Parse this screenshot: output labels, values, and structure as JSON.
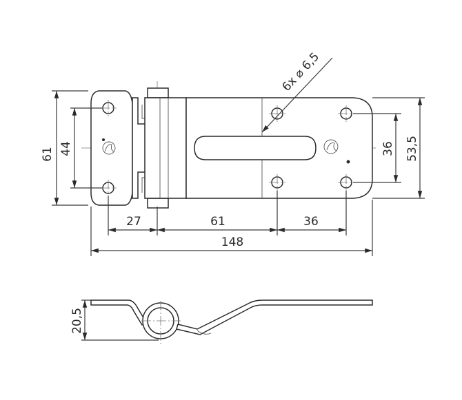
{
  "dimensions": {
    "height_total": "61",
    "hole_spacing_left": "44",
    "hole_spacing_right": "36",
    "height_right": "53,5",
    "hole_spec": "6x ⌀ 6,5",
    "len_27": "27",
    "len_61": "61",
    "len_36": "36",
    "len_total": "148",
    "thickness": "20,5"
  },
  "colors": {
    "line": "#2a2a2a",
    "background": "#ffffff"
  }
}
